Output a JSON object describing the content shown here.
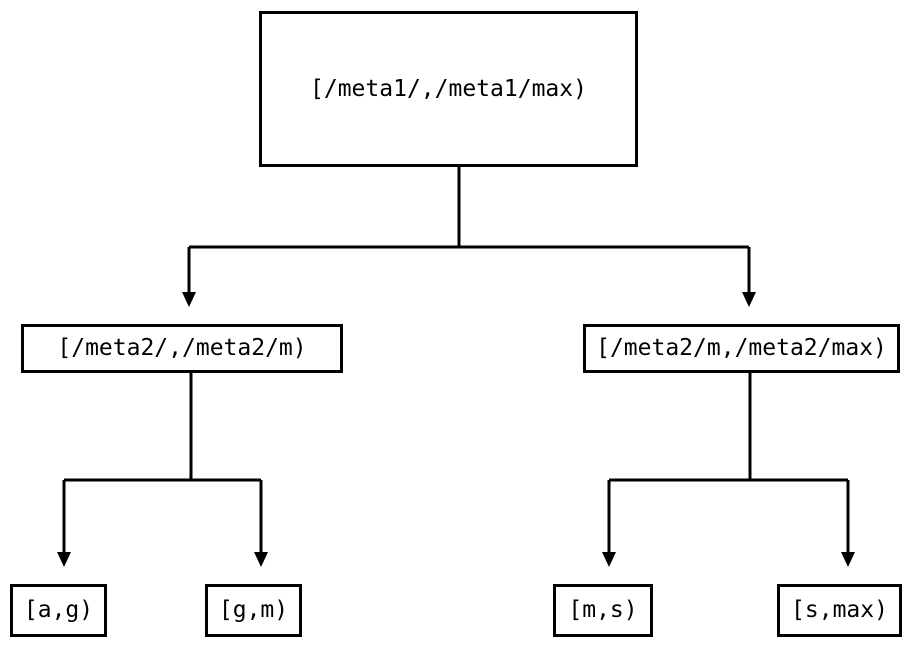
{
  "diagram": {
    "type": "tree",
    "title": "",
    "background_color": "#ffffff",
    "line_color": "#000000",
    "text_color": "#000000",
    "nodes": {
      "root": {
        "label": "[/meta1/,/meta1/max)"
      },
      "level2": [
        {
          "label": "[/meta2/,/meta2/m)"
        },
        {
          "label": "[/meta2/m,/meta2/max)"
        }
      ],
      "leaves": [
        {
          "label": "[a,g)"
        },
        {
          "label": "[g,m)"
        },
        {
          "label": "[m,s)"
        },
        {
          "label": "[s,max)"
        }
      ]
    }
  }
}
